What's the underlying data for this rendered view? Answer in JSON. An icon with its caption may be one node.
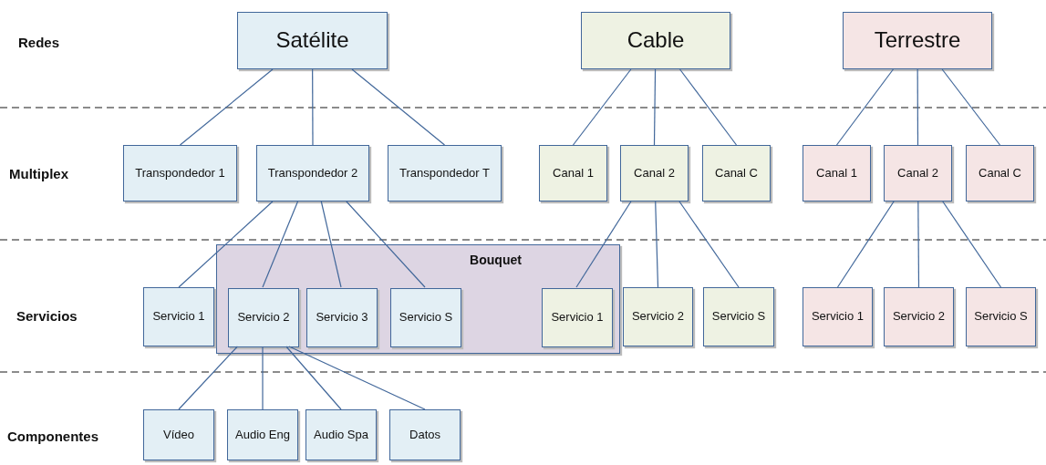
{
  "diagram": {
    "nodes": [
      {
        "text": [
          "Satélite"
        ]
      },
      {
        "text": [
          "Cable"
        ]
      },
      {
        "text": [
          "Terrestre"
        ]
      },
      {
        "text": [
          "Transpondedor 1"
        ]
      },
      {
        "text": [
          "Transpondedor 2"
        ]
      },
      {
        "text": [
          "Transpondedor T"
        ]
      },
      {
        "text": [
          "Canal 1"
        ]
      },
      {
        "text": [
          "Canal 2"
        ]
      },
      {
        "text": [
          "Canal C"
        ]
      },
      {
        "text": [
          "Canal 1"
        ]
      },
      {
        "text": [
          "Canal 2"
        ]
      },
      {
        "text": [
          "Canal C"
        ]
      },
      {
        "text": [
          "Servicio 1"
        ]
      },
      {
        "text": [
          "Bouquet"
        ]
      },
      {
        "text": [
          "Servicio 2"
        ],
        "in": 13
      },
      {
        "text": [
          "Servicio 3"
        ],
        "in": 13
      },
      {
        "text": [
          "Servicio S"
        ],
        "in": 13
      },
      {
        "text": [
          "Servicio 1"
        ],
        "in": 13
      },
      {
        "text": [
          "Servicio 2"
        ]
      },
      {
        "text": [
          "Servicio S"
        ]
      },
      {
        "text": [
          "Servicio 1"
        ]
      },
      {
        "text": [
          "Servicio 2"
        ]
      },
      {
        "text": [
          "Servicio S"
        ]
      },
      {
        "text": [
          "Vídeo"
        ]
      },
      {
        "text": [
          "Audio Eng"
        ]
      },
      {
        "text": [
          "Audio Spa"
        ]
      },
      {
        "text": [
          "Datos"
        ]
      }
    ],
    "edges": [
      {
        "from": 0,
        "to": 3,
        "arrow": "none"
      },
      {
        "from": 0,
        "to": 4,
        "arrow": "none"
      },
      {
        "from": 0,
        "to": 5,
        "arrow": "none"
      },
      {
        "from": 1,
        "to": 6,
        "arrow": "none"
      },
      {
        "from": 1,
        "to": 7,
        "arrow": "none"
      },
      {
        "from": 1,
        "to": 8,
        "arrow": "none"
      },
      {
        "from": 2,
        "to": 9,
        "arrow": "none"
      },
      {
        "from": 2,
        "to": 10,
        "arrow": "none"
      },
      {
        "from": 2,
        "to": 11,
        "arrow": "none"
      },
      {
        "from": 4,
        "to": 12,
        "arrow": "none"
      },
      {
        "from": 4,
        "to": 14,
        "arrow": "none"
      },
      {
        "from": 4,
        "to": 15,
        "arrow": "none"
      },
      {
        "from": 4,
        "to": 16,
        "arrow": "none"
      },
      {
        "from": 7,
        "to": 17,
        "arrow": "none"
      },
      {
        "from": 7,
        "to": 18,
        "arrow": "none"
      },
      {
        "from": 7,
        "to": 19,
        "arrow": "none"
      },
      {
        "from": 10,
        "to": 20,
        "arrow": "none"
      },
      {
        "from": 10,
        "to": 21,
        "arrow": "none"
      },
      {
        "from": 10,
        "to": 22,
        "arrow": "none"
      },
      {
        "from": 14,
        "to": 23,
        "arrow": "none"
      },
      {
        "from": 14,
        "to": 24,
        "arrow": "none"
      },
      {
        "from": 14,
        "to": 25,
        "arrow": "none"
      },
      {
        "from": 14,
        "to": 26,
        "arrow": "none"
      }
    ],
    "labels": [
      "Redes",
      "Multiplex",
      "Servicios",
      "Componentes"
    ]
  }
}
